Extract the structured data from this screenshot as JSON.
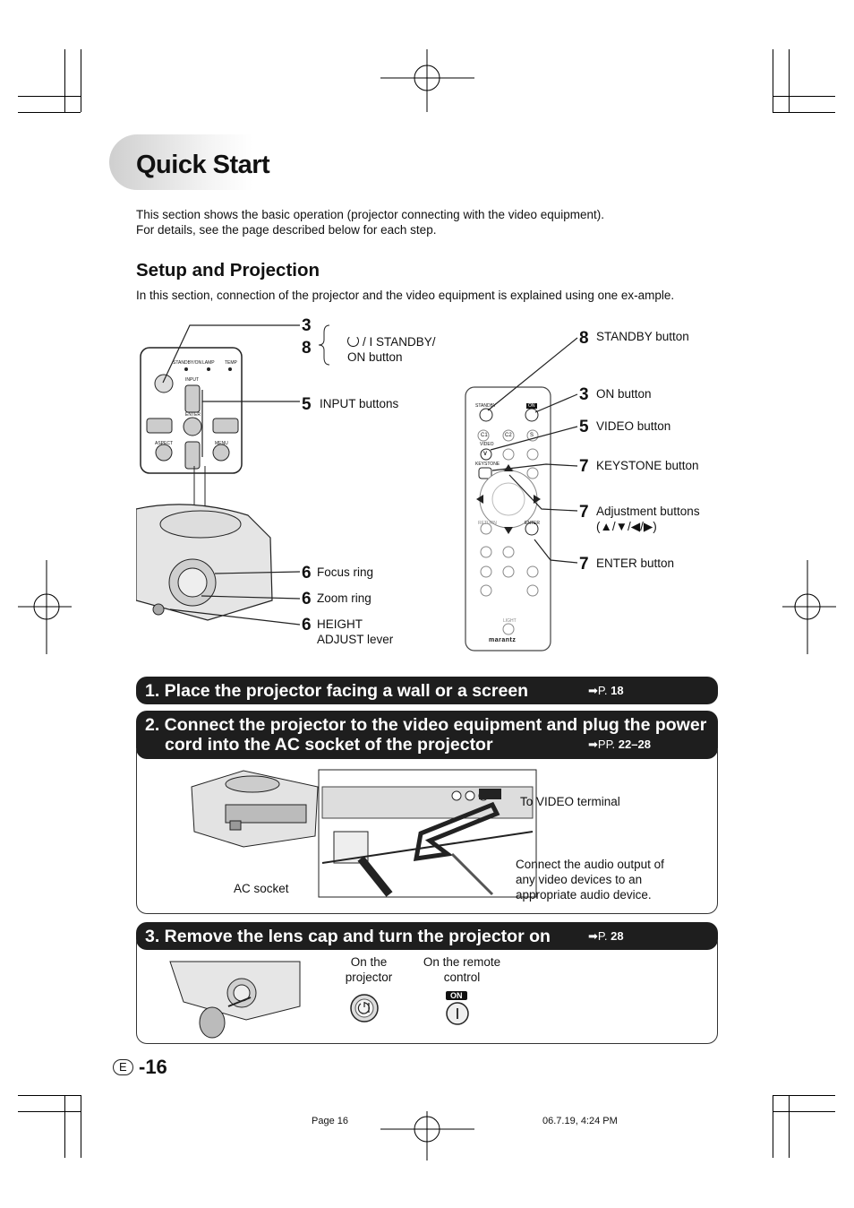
{
  "page": {
    "title": "Quick Start",
    "intro_line1": "This section shows the basic operation (projector connecting with the video equipment).",
    "intro_line2": "For details, see the page described below for each step."
  },
  "setup": {
    "heading": "Setup and Projection",
    "paragraph": "In this section, connection of the projector and the video equipment is explained using one ex-ample."
  },
  "callouts": {
    "standby_on": {
      "num1": "3",
      "num2": "8",
      "line1": "/ I STANDBY/",
      "line2": "ON button"
    },
    "input": {
      "num": "5",
      "text": "INPUT buttons"
    },
    "focus": {
      "num": "6",
      "text": "Focus ring"
    },
    "zoom": {
      "num": "6",
      "text": "Zoom ring"
    },
    "height": {
      "num": "6",
      "line1": "HEIGHT",
      "line2": "ADJUST lever"
    },
    "remote_standby": {
      "num": "8",
      "text": "STANDBY button"
    },
    "remote_on": {
      "num": "3",
      "text": "ON button"
    },
    "remote_video": {
      "num": "5",
      "text": "VIDEO button"
    },
    "remote_keystone": {
      "num": "7",
      "text": "KEYSTONE button"
    },
    "remote_adjust": {
      "num": "7",
      "line1": "Adjustment buttons",
      "line2": "(▲/▼/◀/▶)"
    },
    "remote_enter": {
      "num": "7",
      "text": "ENTER button"
    }
  },
  "steps": [
    {
      "title": "1. Place the projector facing a wall or a screen",
      "ref_prefix": "➡P.",
      "ref_page": "18"
    },
    {
      "title_line1": "2. Connect the projector to the video equipment and plug the power",
      "title_line2": "cord into the AC socket of the projector",
      "ref_prefix": "➡PP.",
      "ref_page": "22–28"
    },
    {
      "title": "3. Remove the lens cap and turn the projector on",
      "ref_prefix": "➡P.",
      "ref_page": "28"
    }
  ],
  "step2": {
    "to_video": "To VIDEO terminal",
    "ac_socket": "AC socket",
    "audio_note_l1": "Connect the audio output of",
    "audio_note_l2": "any video devices to an",
    "audio_note_l3": "appropriate audio device."
  },
  "step3": {
    "on_projector_l1": "On the",
    "on_projector_l2": "projector",
    "on_remote_l1": "On the remote",
    "on_remote_l2": "control",
    "on_badge": "ON"
  },
  "projector_panel": {
    "standby": "STANDBY/ON",
    "lamp": "LAMP",
    "temp": "TEMP",
    "input": "INPUT",
    "enter": "ENTER",
    "aspect": "ASPECT",
    "menu": "MENU"
  },
  "remote": {
    "standby": "STANDBY",
    "on": "ON",
    "video": "VIDEO",
    "keystone": "KEYSTONE",
    "return": "RETURN",
    "enter": "ENTER",
    "light": "LIGHT",
    "brand": "marantz",
    "c1": "C1",
    "c2": "C2",
    "s": "S",
    "v": "V"
  },
  "page_number": {
    "lang": "E",
    "num": "-16"
  },
  "footer": {
    "left": "Page 16",
    "right": "06.7.19, 4:24 PM"
  }
}
